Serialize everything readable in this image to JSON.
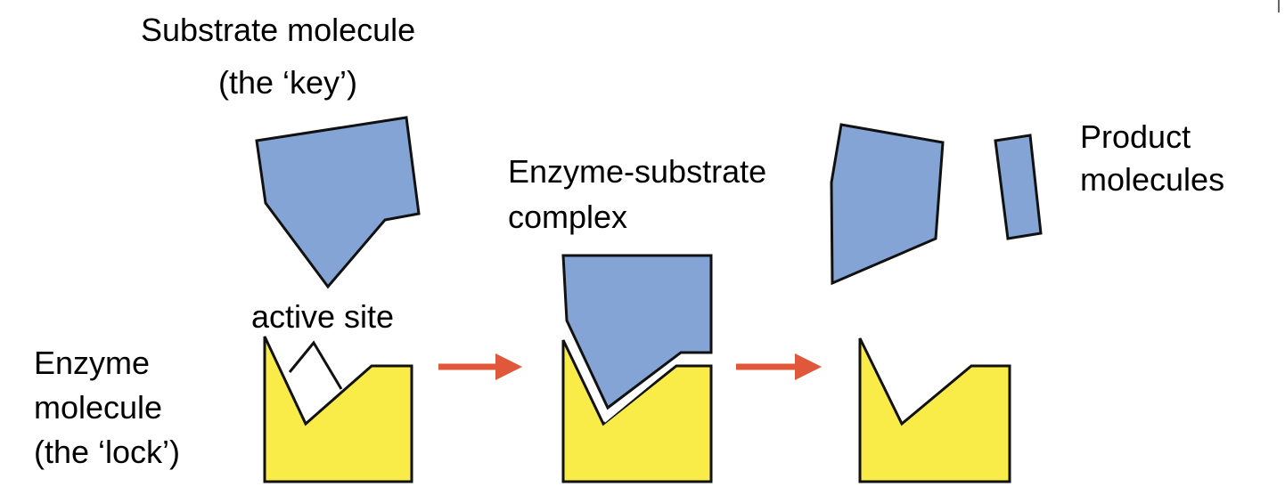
{
  "labels": {
    "substrate_line1": "Substrate molecule",
    "substrate_line2": "(the ‘key’)",
    "complex_line1": "Enzyme-substrate",
    "complex_line2": "complex",
    "products_line1": "Product",
    "products_line2": "molecules",
    "active_site": "active site",
    "enzyme_line1": "Enzyme",
    "enzyme_line2": "molecule",
    "enzyme_line3": "(the ‘lock’)"
  },
  "colors": {
    "substrate": "#84A4D6",
    "enzyme": "#FAEC48",
    "arrow": "#E0573A",
    "outline": "#111111"
  }
}
